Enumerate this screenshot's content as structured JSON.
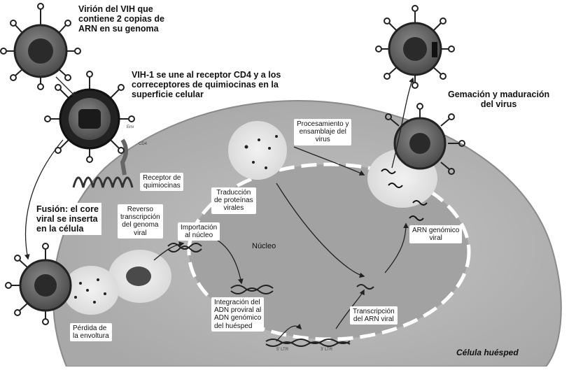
{
  "labels": {
    "virion": "Virión del VIH que\ncontiene 2 copias de\nARN en su genoma",
    "binding": "VIH-1 se une al receptor CD4 y  a los\ncorreceptores de  quimiocinas en la\nsuperficie celular",
    "budding": "Gemación y maduración\ndel virus",
    "processing": "Procesamiento y\nensamblaje del\nvirus",
    "receptor": "Receptor de\nquimiocinas",
    "translation": "Traducción\nde proteínas\nvirales",
    "fusion": "Fusión: el core\nviral se inserta\nen la célula",
    "rev_transcription": "Reverso\ntranscripción\ndel genoma\nviral",
    "import": "Importación\nal núcleo",
    "nucleus": "Núcleo",
    "genomic_rna": "ARN genómico\nviral",
    "uncoating": "Pérdida de\nla envoltura",
    "integration": "Integración del\nADN proviral al\nADN genómico\ndel huésped",
    "transcription": "Transcripción\ndel ARN viral",
    "host_cell": "Célula huésped",
    "env_tag": "Env",
    "cd4_tag": "CD4",
    "ltr_left": "5' LTR",
    "ltr_right": "3' LTR"
  },
  "colors": {
    "cell": "#b8b8b8",
    "nucleus": "#9c9c9c",
    "virus_shell": "#707070",
    "virus_core": "#2a2a2a"
  }
}
